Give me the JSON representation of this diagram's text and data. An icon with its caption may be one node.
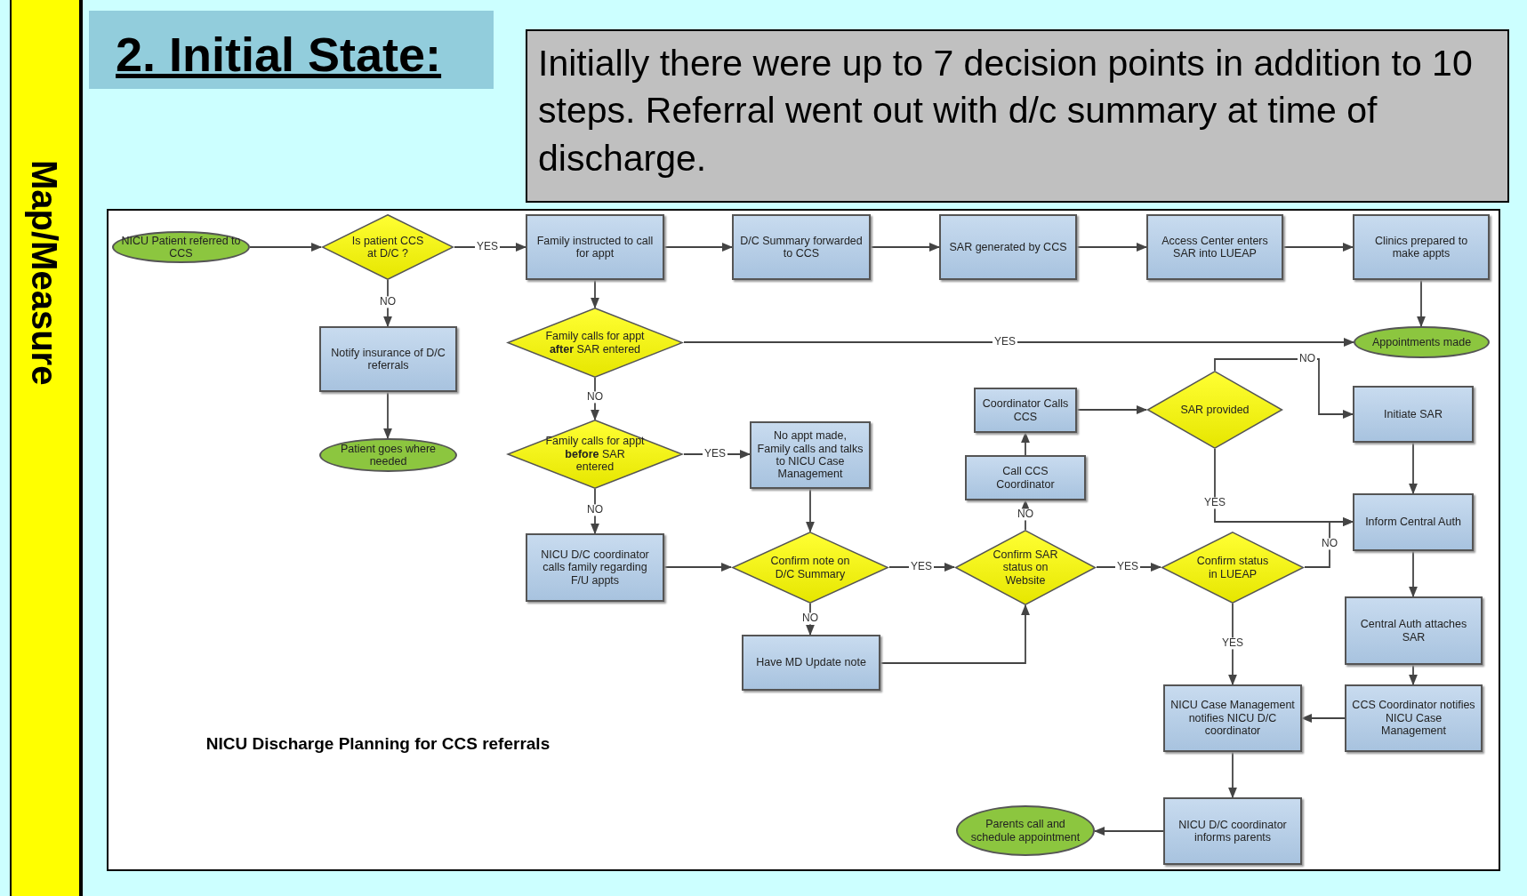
{
  "diagram": {
    "title": "2. Initial State:",
    "nodes": [
      {
        "text": [
          "NICU Patient referred to CCS"
        ]
      },
      {
        "text": [
          "Is patient CCS at D/C ?"
        ]
      },
      {
        "text": [
          "Family instructed to call for appt"
        ]
      },
      {
        "text": [
          "D/C Summary forwarded to CCS"
        ]
      },
      {
        "text": [
          "SAR generated by CCS"
        ]
      },
      {
        "text": [
          "Access Center enters SAR into LUEAP"
        ]
      },
      {
        "text": [
          "Clinics prepared to make appts"
        ]
      },
      {
        "text": [
          "Notify insurance of D/C referrals"
        ]
      },
      {
        "text": [
          "Family calls for appt **after** SAR entered"
        ]
      },
      {
        "text": [
          "Appointments made"
        ]
      },
      {
        "text": [
          "Patient goes where needed"
        ]
      },
      {
        "text": [
          "Coordinator Calls CCS"
        ]
      },
      {
        "text": [
          "SAR provided"
        ]
      },
      {
        "text": [
          "Initiate SAR"
        ]
      },
      {
        "text": [
          "Family calls for appt **before** SAR entered"
        ]
      },
      {
        "text": [
          "No appt made, Family calls and talks to NICU Case Management"
        ]
      },
      {
        "text": [
          "Call CCS Coordinator"
        ]
      },
      {
        "text": [
          "Inform Central Auth"
        ]
      },
      {
        "text": [
          "NICU D/C coordinator calls family regarding F/U appts"
        ]
      },
      {
        "text": [
          "Confirm note on D/C Summary"
        ]
      },
      {
        "text": [
          "Confirm SAR status on Website"
        ]
      },
      {
        "text": [
          "Confirm status in LUEAP"
        ]
      },
      {
        "text": [
          "Central Auth attaches SAR"
        ]
      },
      {
        "text": [
          "Have MD Update note"
        ]
      },
      {
        "text": [
          "NICU Case Management notifies NICU D/C coordinator"
        ]
      },
      {
        "text": [
          "CCS Coordinator notifies NICU Case Management"
        ]
      },
      {
        "text": [
          "Parents call and schedule appointment"
        ]
      },
      {
        "text": [
          "NICU D/C coordinator informs parents"
        ]
      }
    ],
    "edges": [
      {
        "from": 0,
        "to": 1,
        "arrow": "to"
      },
      {
        "from": 1,
        "to": 2,
        "arrow": "to",
        "label": "YES"
      },
      {
        "from": 1,
        "to": 7,
        "arrow": "to",
        "label": "NO"
      },
      {
        "from": 2,
        "to": 3,
        "arrow": "to"
      },
      {
        "from": 3,
        "to": 4,
        "arrow": "to"
      },
      {
        "from": 4,
        "to": 5,
        "arrow": "to"
      },
      {
        "from": 5,
        "to": 6,
        "arrow": "to"
      },
      {
        "from": 6,
        "to": 9,
        "arrow": "to"
      },
      {
        "from": 2,
        "to": 8,
        "arrow": "to"
      },
      {
        "from": 8,
        "to": 9,
        "arrow": "to",
        "label": "YES"
      },
      {
        "from": 8,
        "to": 14,
        "arrow": "to",
        "label": "NO"
      },
      {
        "from": 7,
        "to": 10,
        "arrow": "to"
      },
      {
        "from": 14,
        "to": 15,
        "arrow": "to",
        "label": "YES"
      },
      {
        "from": 14,
        "to": 18,
        "arrow": "to",
        "label": "NO"
      },
      {
        "from": 15,
        "to": 19,
        "arrow": "to"
      },
      {
        "from": 18,
        "to": 19,
        "arrow": "to"
      },
      {
        "from": 19,
        "to": 20,
        "arrow": "to",
        "label": "YES"
      },
      {
        "from": 19,
        "to": 23,
        "arrow": "to",
        "label": "NO"
      },
      {
        "from": 23,
        "to": 20,
        "arrow": "to"
      },
      {
        "from": 20,
        "to": 16,
        "arrow": "to",
        "label": "NO"
      },
      {
        "from": 16,
        "to": 11,
        "arrow": "to"
      },
      {
        "from": 11,
        "to": 12,
        "arrow": "to"
      },
      {
        "from": 12,
        "to": 13,
        "arrow": "to",
        "label": "NO"
      },
      {
        "from": 12,
        "to": 17,
        "arrow": "to",
        "label": "YES"
      },
      {
        "from": 20,
        "to": 21,
        "arrow": "to",
        "label": "YES"
      },
      {
        "from": 21,
        "to": 17,
        "arrow": "to",
        "label": "NO"
      },
      {
        "from": 21,
        "to": 24,
        "arrow": "to",
        "label": "YES"
      },
      {
        "from": 13,
        "to": 17,
        "arrow": "to"
      },
      {
        "from": 17,
        "to": 22,
        "arrow": "to"
      },
      {
        "from": 22,
        "to": 25,
        "arrow": "to"
      },
      {
        "from": 25,
        "to": 24,
        "arrow": "to"
      },
      {
        "from": 24,
        "to": 27,
        "arrow": "to"
      },
      {
        "from": 27,
        "to": 26,
        "arrow": "to"
      }
    ],
    "labels": [
      "Map/Measure",
      "Initially there were up to 7 decision points in addition to 10 steps. Referral went out with d/c summary at time of discharge.",
      "NICU Discharge Planning for CCS referrals"
    ]
  }
}
